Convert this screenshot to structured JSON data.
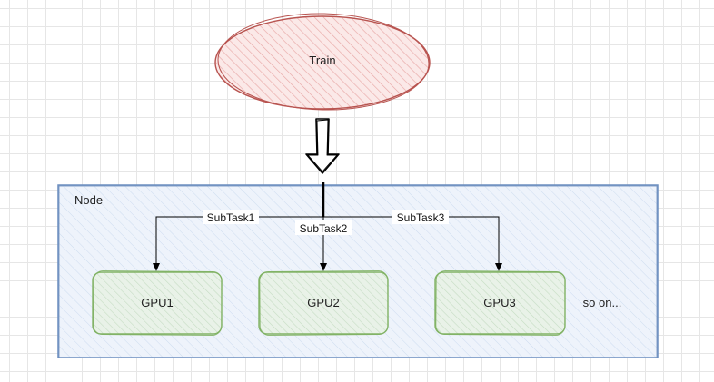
{
  "diagram": {
    "train_label": "Train",
    "node_label": "Node",
    "edges": [
      {
        "id": "subtask1",
        "label": "SubTask1"
      },
      {
        "id": "subtask2",
        "label": "SubTask2"
      },
      {
        "id": "subtask3",
        "label": "SubTask3"
      }
    ],
    "gpus": [
      {
        "id": "gpu1",
        "label": "GPU1"
      },
      {
        "id": "gpu2",
        "label": "GPU2"
      },
      {
        "id": "gpu3",
        "label": "GPU3"
      }
    ],
    "more_label": "so on...",
    "colors": {
      "train_fill": "#f8cecc",
      "train_stroke": "#b85450",
      "node_fill": "#dae8fc",
      "node_stroke": "#6c8ebf",
      "gpu_fill": "#d5e8d4",
      "gpu_stroke": "#82b366",
      "edge": "#000000"
    }
  }
}
